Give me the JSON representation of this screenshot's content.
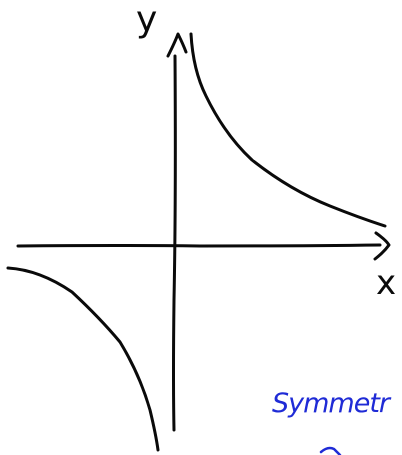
{
  "diagram": {
    "axis_labels": {
      "y": "y",
      "x": "x"
    },
    "annotation": "Symmetr",
    "colors": {
      "ink": "#0a0a0a",
      "annotation": "#1f2bd6"
    }
  }
}
